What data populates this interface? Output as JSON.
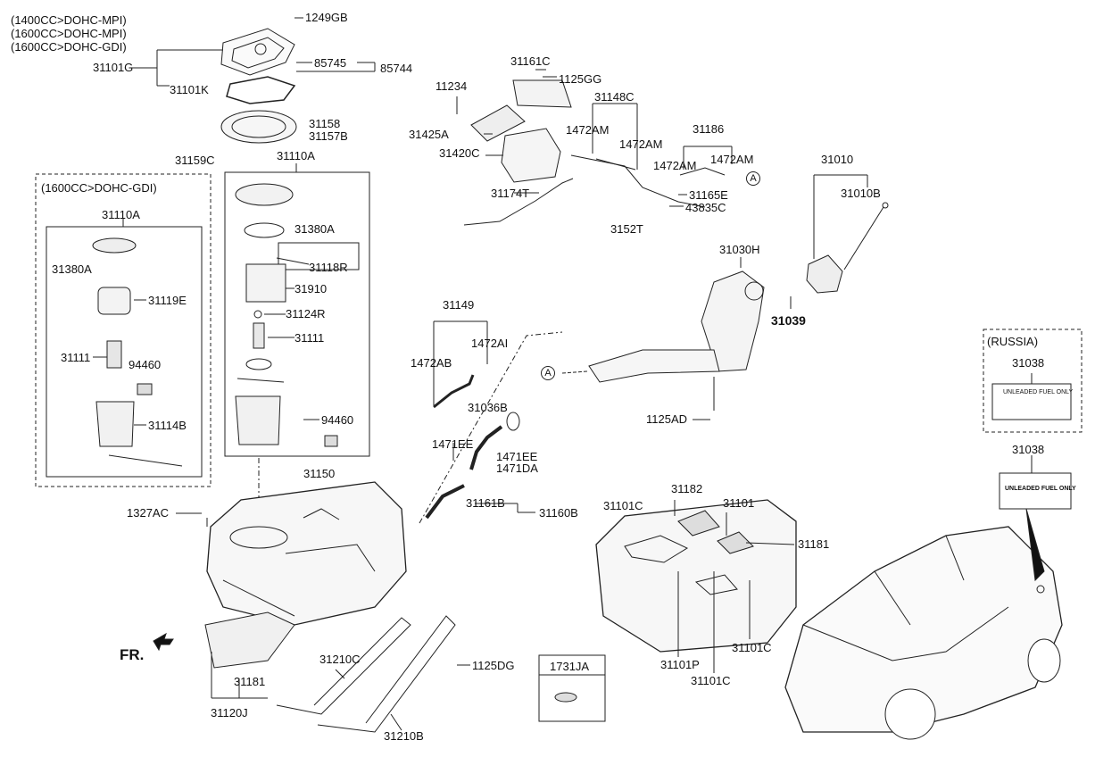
{
  "engine_notes": [
    "(1400CC>DOHC-MPI)",
    "(1600CC>DOHC-MPI)",
    "(1600CC>DOHC-GDI)"
  ],
  "gdi_box_title": "(1600CC>DOHC-GDI)",
  "russia_box_title": "(RUSSIA)",
  "direction_label": "FR.",
  "connector_ref": "A",
  "label_texts": {
    "unleaded_title": "UNLEADED FUEL ONLY"
  },
  "part_labels": {
    "p1249GB": "1249GB",
    "p85745": "85745",
    "p85744": "85744",
    "p31101G": "31101G",
    "p31101K": "31101K",
    "p31158": "31158",
    "p31157B": "31157B",
    "p31159C": "31159C",
    "p31110A_main": "31110A",
    "p31110A_gdi": "31110A",
    "p31380A_main": "31380A",
    "p31380A_gdi": "31380A",
    "p31118R": "31118R",
    "p31910": "31910",
    "p31124R": "31124R",
    "p31111_main": "31111",
    "p31111_gdi": "31111",
    "p94460_main": "94460",
    "p94460_gdi": "94460",
    "p31119E": "31119E",
    "p31114B": "31114B",
    "p31150": "31150",
    "p1327AC": "1327AC",
    "p31161C": "31161C",
    "p1125GG": "1125GG",
    "p11234": "11234",
    "p31148C": "31148C",
    "p31425A": "31425A",
    "p1472AM_1": "1472AM",
    "p1472AM_2": "1472AM",
    "p1472AM_3": "1472AM",
    "p1472AM_4": "1472AM",
    "p31420C": "31420C",
    "p31186": "31186",
    "p31165E": "31165E",
    "p43835C": "43835C",
    "p31174T": "31174T",
    "p3152T": "3152T",
    "p31010": "31010",
    "p31010B": "31010B",
    "p31030H": "31030H",
    "p31039": "31039",
    "p31149": "31149",
    "p1472AI": "1472AI",
    "p1472AB": "1472AB",
    "p31036B": "31036B",
    "p1471EE_1": "1471EE",
    "p1471EE_2": "1471EE",
    "p1471DA": "1471DA",
    "p31161B": "31161B",
    "p31160B": "31160B",
    "p1125AD": "1125AD",
    "p31038_1": "31038",
    "p31038_2": "31038",
    "p31182": "31182",
    "p31101C_1": "31101C",
    "p31101C_2": "31101C",
    "p31101C_3": "31101C",
    "p31101": "31101",
    "p31181_1": "31181",
    "p31181_2": "31181",
    "p31101P": "31101P",
    "p31210C": "31210C",
    "p31210B": "31210B",
    "p1125DG": "1125DG",
    "p1731JA": "1731JA",
    "p31120J": "31120J"
  }
}
